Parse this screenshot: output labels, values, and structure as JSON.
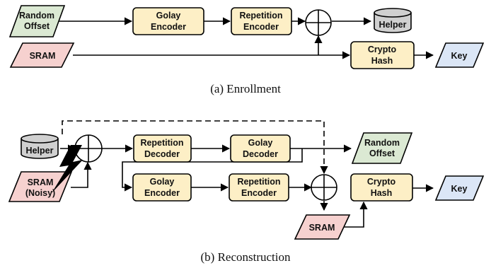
{
  "enrollment": {
    "random_offset": [
      "Random",
      "Offset"
    ],
    "golay_encoder": [
      "Golay",
      "Encoder"
    ],
    "repetition_encoder": [
      "Repetition",
      "Encoder"
    ],
    "helper": "Helper",
    "sram": "SRAM",
    "crypto_hash": [
      "Crypto",
      "Hash"
    ],
    "key": "Key",
    "caption": "(a) Enrollment"
  },
  "reconstruction": {
    "helper": "Helper",
    "sram_noisy": [
      "SRAM",
      "(Noisy)"
    ],
    "repetition_decoder": [
      "Repetition",
      "Decoder"
    ],
    "golay_decoder": [
      "Golay",
      "Decoder"
    ],
    "random_offset": [
      "Random",
      "Offset"
    ],
    "golay_encoder": [
      "Golay",
      "Encoder"
    ],
    "repetition_encoder": [
      "Repetition",
      "Encoder"
    ],
    "crypto_hash": [
      "Crypto",
      "Hash"
    ],
    "key": "Key",
    "sram": "SRAM",
    "caption": "(b) Reconstruction"
  },
  "colors": {
    "green_fill": "#dbe9d3",
    "red_fill": "#f6d1cf",
    "yellow_fill": "#fdefc6",
    "blue_fill": "#dbe6f6",
    "gray_fill": "#d0d0d0",
    "noise_bolt": "#000000"
  }
}
